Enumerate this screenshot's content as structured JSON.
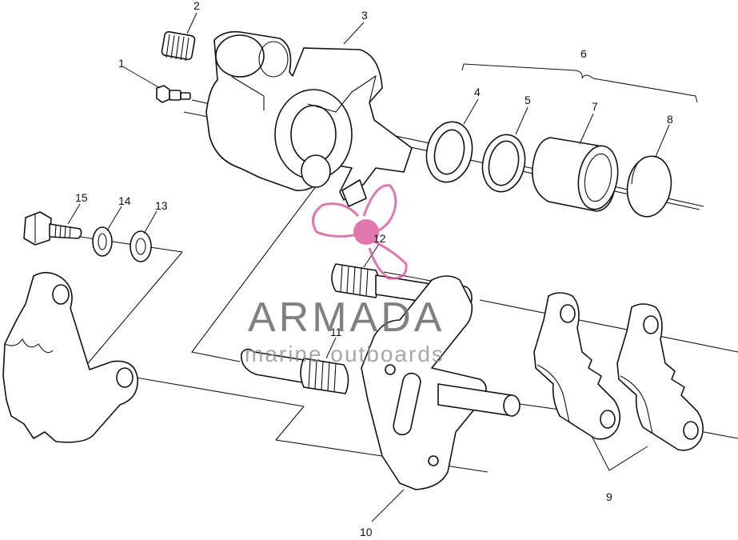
{
  "diagram": {
    "callouts": [
      "1",
      "2",
      "3",
      "4",
      "5",
      "6",
      "7",
      "8",
      "9",
      "10",
      "11",
      "12",
      "13",
      "14",
      "15"
    ]
  },
  "watermark": {
    "brand": "ARMADA",
    "tagline": "marine outboards",
    "logo_color": "#d9569a",
    "text_color": "#6b6b6b"
  }
}
